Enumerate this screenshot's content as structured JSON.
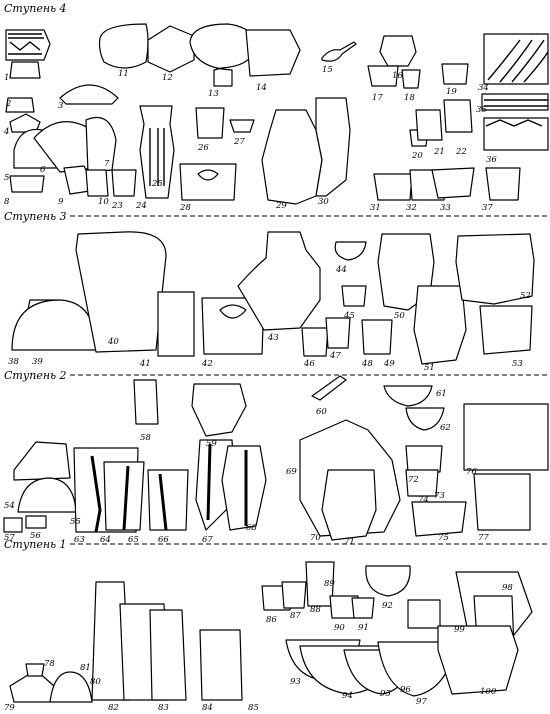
{
  "stages": [
    {
      "id": "s4",
      "label": "Ступень 4"
    },
    {
      "id": "s3",
      "label": "Ступень 3"
    },
    {
      "id": "s2",
      "label": "Ступень 2"
    },
    {
      "id": "s1",
      "label": "Ступень 1"
    }
  ],
  "numbers": [
    "1",
    "2",
    "3",
    "4",
    "5",
    "6",
    "7",
    "8",
    "9",
    "10",
    "11",
    "12",
    "13",
    "14",
    "15",
    "16",
    "17",
    "18",
    "19",
    "20",
    "21",
    "22",
    "23",
    "24",
    "25",
    "26",
    "27",
    "28",
    "29",
    "30",
    "31",
    "32",
    "33",
    "34",
    "35",
    "36",
    "37",
    "38",
    "39",
    "40",
    "41",
    "42",
    "43",
    "44",
    "45",
    "46",
    "47",
    "48",
    "49",
    "50",
    "51",
    "52",
    "53",
    "54",
    "55",
    "56",
    "57",
    "58",
    "59",
    "60",
    "61",
    "62",
    "63",
    "64",
    "65",
    "66",
    "67",
    "68",
    "69",
    "70",
    "71",
    "72",
    "73",
    "74",
    "75",
    "76",
    "77",
    "78",
    "79",
    "80",
    "81",
    "82",
    "83",
    "84",
    "85",
    "86",
    "87",
    "88",
    "89",
    "90",
    "91",
    "92",
    "93",
    "94",
    "95",
    "96",
    "97",
    "98",
    "99",
    "100"
  ]
}
